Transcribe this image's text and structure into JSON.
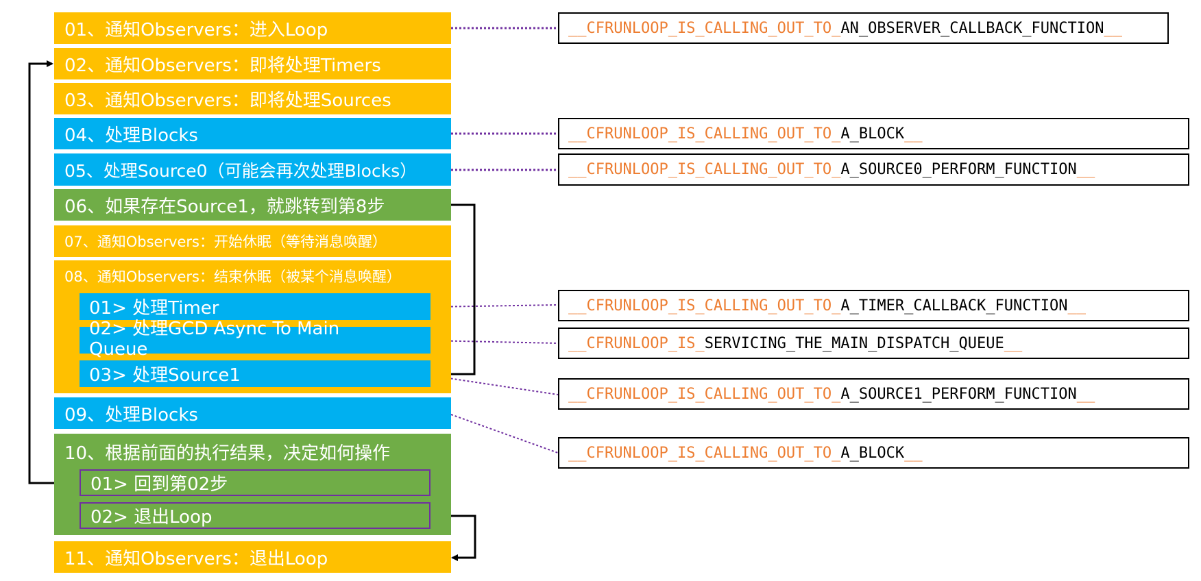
{
  "steps": {
    "s01": "01、通知Observers：进入Loop",
    "s02": "02、通知Observers：即将处理Timers",
    "s03": "03、通知Observers：即将处理Sources",
    "s04": "04、处理Blocks",
    "s05": "05、处理Source0（可能会再次处理Blocks）",
    "s06": "06、如果存在Source1，就跳转到第8步",
    "s07": "07、通知Observers：开始休眠（等待消息唤醒）",
    "s08": "08、通知Observers：结束休眠（被某个消息唤醒）",
    "s08_sub1": "01> 处理Timer",
    "s08_sub2": "02> 处理GCD Async To Main Queue",
    "s08_sub3": "03> 处理Source1",
    "s09": "09、处理Blocks",
    "s10": "10、根据前面的执行结果，决定如何操作",
    "s10_sub1": "01> 回到第02步",
    "s10_sub2": "02> 退出Loop",
    "s11": "11、通知Observers：退出Loop"
  },
  "functions": {
    "f1": {
      "prefix": "__CFRUNLOOP_IS_CALLING_OUT_TO_",
      "name": "AN_OBSERVER_CALLBACK_FUNCTION",
      "suffix": "__"
    },
    "f2": {
      "prefix": "__CFRUNLOOP_IS_CALLING_OUT_TO_",
      "name": "A_BLOCK",
      "suffix": "__"
    },
    "f3": {
      "prefix": "__CFRUNLOOP_IS_CALLING_OUT_TO_",
      "name": "A_SOURCE0_PERFORM_FUNCTION",
      "suffix": "__"
    },
    "f4": {
      "prefix": "__CFRUNLOOP_IS_CALLING_OUT_TO_",
      "name": "A_TIMER_CALLBACK_FUNCTION",
      "suffix": "__"
    },
    "f5": {
      "prefix": "__CFRUNLOOP_IS_",
      "name": "SERVICING_THE_MAIN_DISPATCH_QUEUE",
      "suffix": "__"
    },
    "f6": {
      "prefix": "__CFRUNLOOP_IS_CALLING_OUT_TO_",
      "name": "A_SOURCE1_PERFORM_FUNCTION",
      "suffix": "__"
    },
    "f7": {
      "prefix": "__CFRUNLOOP_IS_CALLING_OUT_TO_",
      "name": "A_BLOCK",
      "suffix": "__"
    }
  },
  "colors": {
    "notify": "#FFC000",
    "process": "#00B0F0",
    "control": "#70AD47",
    "prefix_text": "#ED7D31",
    "connector": "#7030A0",
    "arrow": "#000000"
  }
}
